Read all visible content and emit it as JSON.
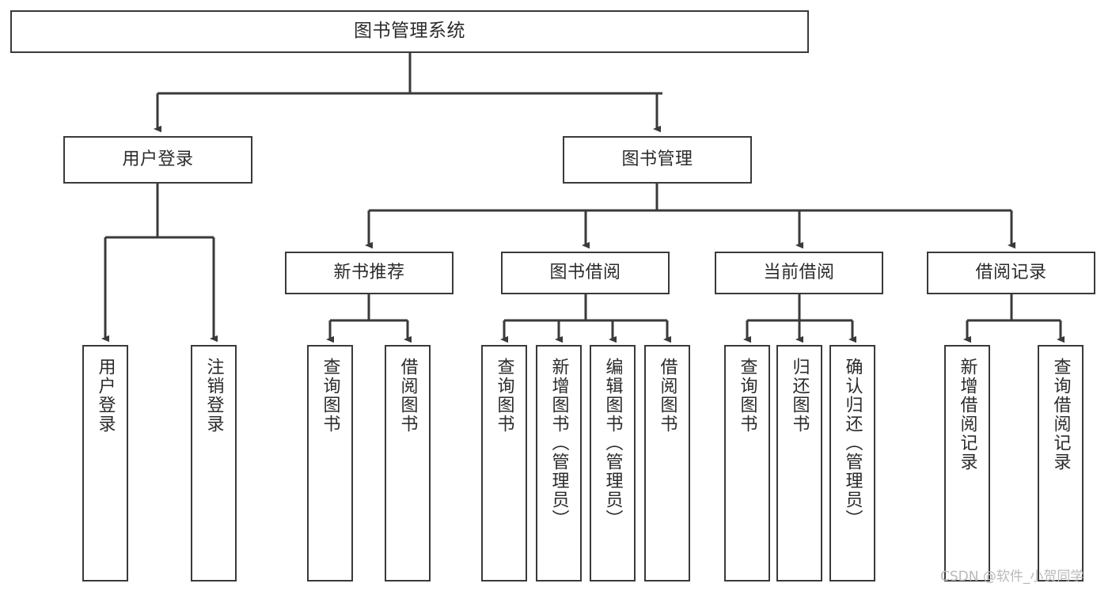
{
  "diagram": {
    "title": "图书管理系统",
    "type": "tree-hierarchy-chart",
    "watermark": "CSDN @软件_小贺同学",
    "colors": {
      "node_border": "#3a3a3a",
      "node_fill": "#ffffff",
      "edge": "#3a3a3a",
      "text": "#2b2b2b",
      "background": "#ffffff",
      "watermark": "#b9b9b9"
    },
    "nodes": {
      "root": {
        "label": "图书管理系统"
      },
      "level1": [
        {
          "label": "用户登录"
        },
        {
          "label": "图书管理"
        }
      ],
      "level2": [
        {
          "label": "新书推荐"
        },
        {
          "label": "图书借阅"
        },
        {
          "label": "当前借阅"
        },
        {
          "label": "借阅记录"
        }
      ],
      "leaves": {
        "user_login": [
          {
            "label": "用户登录"
          },
          {
            "label": "注销登录"
          }
        ],
        "new_book_recommend": [
          {
            "label": "查询图书"
          },
          {
            "label": "借阅图书"
          }
        ],
        "book_borrow": [
          {
            "label": "查询图书"
          },
          {
            "label": "新增图书（管理员）"
          },
          {
            "label": "编辑图书（管理员）"
          },
          {
            "label": "借阅图书"
          }
        ],
        "current_borrow": [
          {
            "label": "查询图书"
          },
          {
            "label": "归还图书"
          },
          {
            "label": "确认归还（管理员）"
          }
        ],
        "borrow_record": [
          {
            "label": "新增借阅记录"
          },
          {
            "label": "查询借阅记录"
          }
        ]
      }
    }
  }
}
